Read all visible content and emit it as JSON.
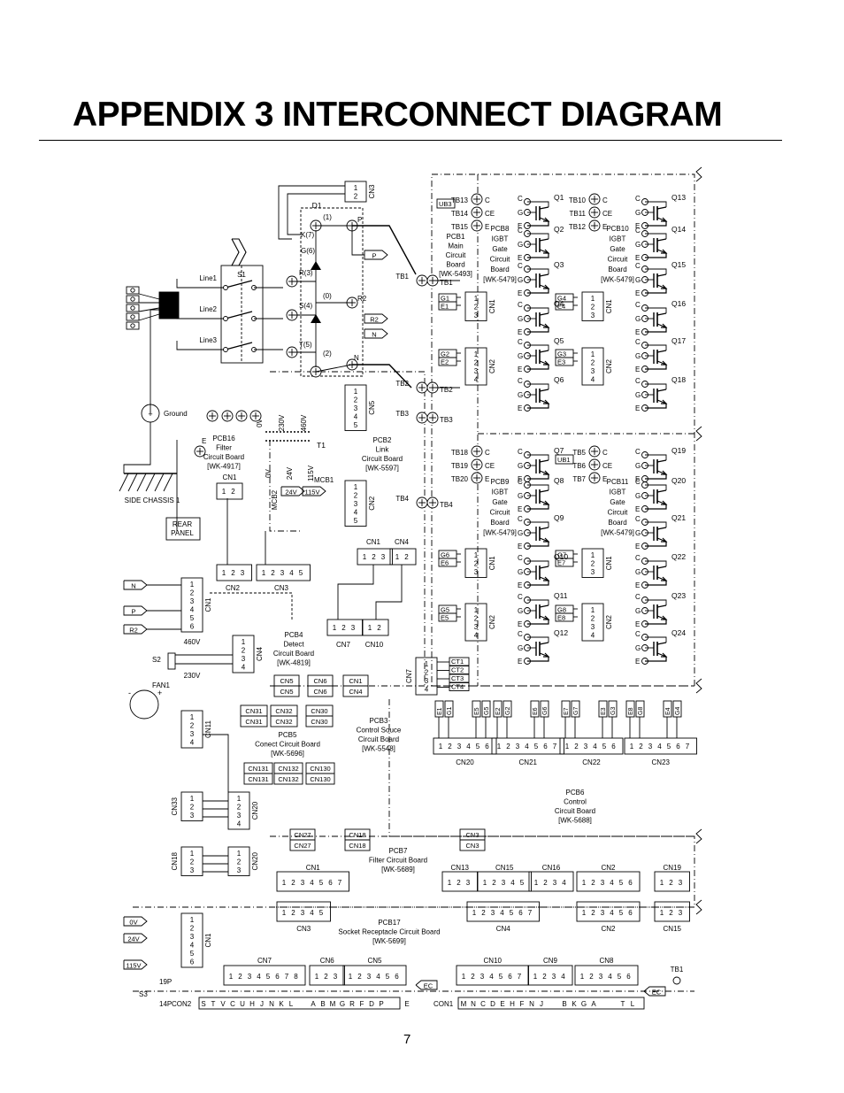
{
  "page": {
    "title": "APPENDIX 3 INTERCONNECT DIAGRAM",
    "number": "7"
  },
  "pcbs": [
    {
      "id": "pcb1",
      "lines": [
        "PCB1",
        "Main",
        "Circuit",
        "Board",
        "[WK-5493]"
      ]
    },
    {
      "id": "pcb2",
      "lines": [
        "PCB2",
        "Link",
        "Circuit Board",
        "[WK-5597]"
      ]
    },
    {
      "id": "pcb3",
      "lines": [
        "PCB3",
        "Control Souce",
        "Circuit Board",
        "[WK-5548]"
      ]
    },
    {
      "id": "pcb4",
      "lines": [
        "PCB4",
        "Detect",
        "Circuit Board",
        "[WK-4819]"
      ]
    },
    {
      "id": "pcb5",
      "lines": [
        "PCB5",
        "Conect Circuit Board",
        "[WK-5696]"
      ]
    },
    {
      "id": "pcb6",
      "lines": [
        "PCB6",
        "Control",
        "Circuit Board",
        "[WK-5688]"
      ]
    },
    {
      "id": "pcb7",
      "lines": [
        "PCB7",
        "Filter Circuit Board",
        "[WK-5689]"
      ]
    },
    {
      "id": "pcb8",
      "lines": [
        "PCB8",
        "IGBT",
        "Gate",
        "Circuit",
        "Board",
        "[WK-5479]"
      ]
    },
    {
      "id": "pcb9",
      "lines": [
        "PCB9",
        "IGBT",
        "Gate",
        "Circuit",
        "Board",
        "[WK-5479]"
      ]
    },
    {
      "id": "pcb10",
      "lines": [
        "PCB10",
        "IGBT",
        "Gate",
        "Circuit",
        "Board",
        "[WK-5479]"
      ]
    },
    {
      "id": "pcb11",
      "lines": [
        "PCB11",
        "IGBT",
        "Gate",
        "Circuit",
        "Board",
        "[WK-5479]"
      ]
    },
    {
      "id": "pcb16",
      "lines": [
        "PCB16",
        "Filter",
        "Circuit Board",
        "[WK-4917]"
      ]
    },
    {
      "id": "pcb17",
      "lines": [
        "PCB17",
        "Socket Receptacle Circuit Board",
        "[WK-5699]"
      ]
    }
  ],
  "labels": {
    "side_chassis": "SIDE CHASSIS 1",
    "rear_panel": [
      "REAR",
      "PANEL"
    ],
    "ground": "Ground",
    "fan": "FAN1",
    "s1": "S1",
    "s2": "S2",
    "s3": "S3",
    "line1": "Line1",
    "line2": "Line2",
    "line3": "Line3",
    "d1": "D1",
    "t1": "T1",
    "mcb1": "MCB1",
    "mcb2": "MCB2",
    "v460": "460V",
    "v230": "230V",
    "p19": "19P",
    "p14": "14P",
    "e": "E",
    "tb1_bottom": "TB1",
    "ec": "EC",
    "ub1": "UB1",
    "ub3": "UB3"
  },
  "terminals": {
    "tb": [
      "TB1",
      "TB2",
      "TB3",
      "TB4"
    ],
    "tb_upper_left": [
      "TB13",
      "TB14",
      "TB15"
    ],
    "tb_upper_right": [
      "TB10",
      "TB11",
      "TB12"
    ],
    "tb_lower_left": [
      "TB18",
      "TB19",
      "TB20"
    ],
    "tb_lower_right": [
      "TB5",
      "TB6",
      "TB7"
    ],
    "cce": [
      "C",
      "CE",
      "E"
    ]
  },
  "rectifier": {
    "k": "K(7)",
    "g": "G(6)",
    "r": "R(3)",
    "s": "S(4)",
    "t": "T(5)",
    "n1": "(1)",
    "n0": "(0)",
    "n2": "(2)",
    "p": "P",
    "r2": "R2",
    "n": "N"
  },
  "transformer": {
    "taps_in": [
      "0V",
      "230V",
      "460V"
    ],
    "taps_out": [
      "0V",
      "24V",
      "115V"
    ],
    "flags": [
      "24V",
      "115V"
    ]
  },
  "igbts": {
    "col1": [
      "Q1",
      "Q2",
      "Q3",
      "Q4",
      "Q5",
      "Q6"
    ],
    "col2": [
      "Q13",
      "Q14",
      "Q15",
      "Q16",
      "Q17",
      "Q18"
    ],
    "col3": [
      "Q7",
      "Q8",
      "Q9",
      "Q10",
      "Q11",
      "Q12"
    ],
    "col4": [
      "Q19",
      "Q20",
      "Q21",
      "Q22",
      "Q23",
      "Q24"
    ]
  },
  "gate_connectors": {
    "up_left": [
      [
        "G1",
        "E1"
      ],
      [
        "G2",
        "E2"
      ]
    ],
    "up_right": [
      [
        "G4",
        "E4"
      ],
      [
        "G3",
        "E3"
      ]
    ],
    "lo_left": [
      [
        "G6",
        "E6"
      ],
      [
        "G5",
        "E5"
      ]
    ],
    "lo_right": [
      [
        "G7",
        "E7"
      ],
      [
        "G8",
        "E8"
      ]
    ]
  },
  "connectors": {
    "cn1": "CN1",
    "cn2": "CN2",
    "cn3": "CN3",
    "cn4": "CN4",
    "cn5": "CN5",
    "cn6": "CN6",
    "cn7": "CN7",
    "cn8": "CN8",
    "cn9": "CN9",
    "cn10": "CN10",
    "cn11": "CN11",
    "cn13": "CN13",
    "cn15": "CN15",
    "cn16": "CN16",
    "cn18": "CN18",
    "cn19": "CN19",
    "cn20": "CN20",
    "cn21": "CN21",
    "cn22": "CN22",
    "cn23": "CN23",
    "cn27": "CN27",
    "cn30": "CN30",
    "cn31": "CN31",
    "cn32": "CN32",
    "cn33": "CN33",
    "cn130": "CN130",
    "cn131": "CN131",
    "cn132": "CN132",
    "con1": "CON1",
    "con2": "CON2"
  },
  "flags": {
    "n": "N",
    "p": "P",
    "r2": "R2",
    "v0": "0V",
    "v24": "24V",
    "v115": "115V"
  },
  "ct": [
    "CT1",
    "CT2",
    "CT3",
    "CT4"
  ],
  "cn20_tops": [
    "E1",
    "G1",
    "E5",
    "G5"
  ],
  "cn21_tops": [
    "E2",
    "G2",
    "E6",
    "G6"
  ],
  "cn22_tops": [
    "E7",
    "G7",
    "E3",
    "G3"
  ],
  "cn23_tops": [
    "E8",
    "G8",
    "E4",
    "G4"
  ],
  "con2_letters": [
    "S",
    "T",
    "V",
    "C",
    "U",
    "H",
    "J",
    "N",
    "K",
    "L",
    "A",
    "B",
    "M",
    "G",
    "R",
    "F",
    "D",
    "P",
    "E"
  ],
  "con1_letters": [
    "M",
    "N",
    "C",
    "D",
    "E",
    "H",
    "F",
    "N",
    "J",
    "B",
    "K",
    "G",
    "A",
    "T",
    "L"
  ]
}
